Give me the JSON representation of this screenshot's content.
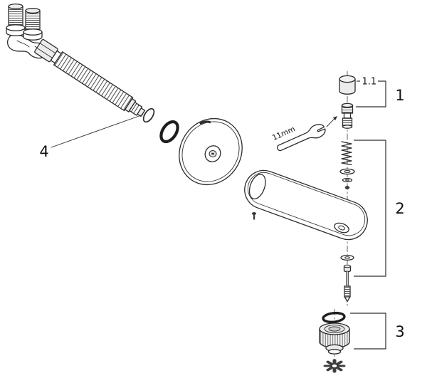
{
  "diagram": {
    "type": "exploded-parts-diagram",
    "colors": {
      "line": "#2b2b2b",
      "background": "#ffffff",
      "oring": "#1d1d1d"
    },
    "labels": {
      "group1": "1",
      "group1_1": "1.1",
      "group2": "2",
      "group3": "3",
      "group4": "4",
      "wrench_size": "11mm"
    }
  }
}
